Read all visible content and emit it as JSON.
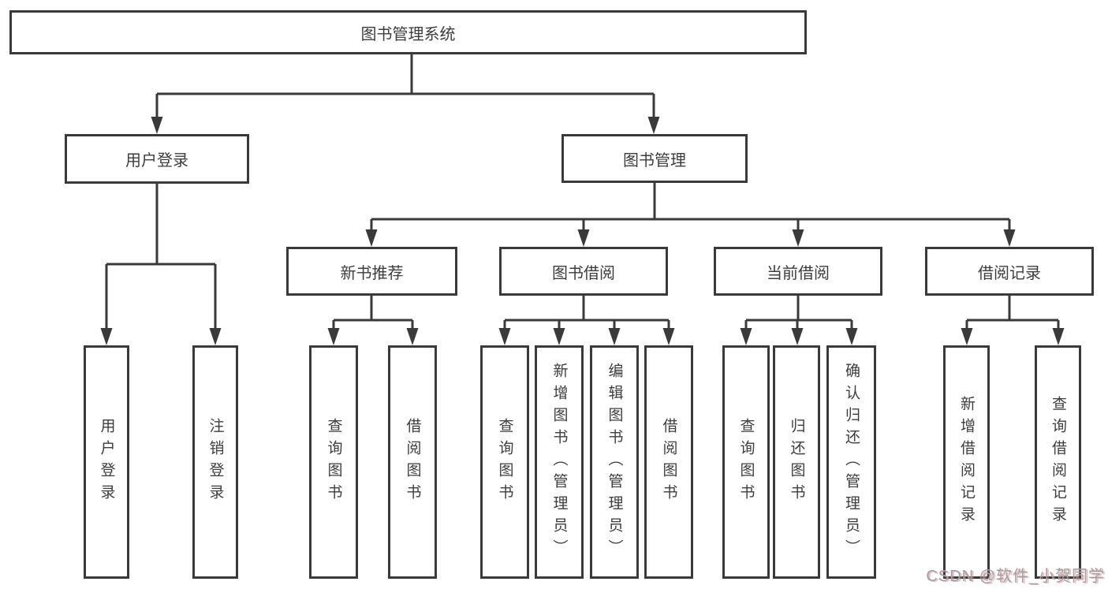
{
  "diagram": {
    "nodes": {
      "root": "图书管理系统",
      "user_login": "用户登录",
      "book_management": "图书管理",
      "new_book_recommend": "新书推荐",
      "book_borrowing": "图书借阅",
      "current_borrowing": "当前借阅",
      "borrowing_records": "借阅记录",
      "leaf_user_login": "用户登录",
      "leaf_logout": "注销登录",
      "leaf_nb_query_books": "查询图书",
      "leaf_nb_borrow_books": "借阅图书",
      "leaf_bb_query_books": "查询图书",
      "leaf_bb_add_books_admin": "新增图书（管理员）",
      "leaf_bb_edit_books_admin": "编辑图书（管理员）",
      "leaf_bb_borrow_books": "借阅图书",
      "leaf_cb_query_books": "查询图书",
      "leaf_cb_return_books": "归还图书",
      "leaf_cb_confirm_return_admin": "确认归还（管理员）",
      "leaf_br_add_record": "新增借阅记录",
      "leaf_br_query_record": "查询借阅记录"
    },
    "hierarchy": {
      "图书管理系统": [
        "用户登录",
        "图书管理"
      ],
      "用户登录": [
        "用户登录",
        "注销登录"
      ],
      "图书管理": [
        "新书推荐",
        "图书借阅",
        "当前借阅",
        "借阅记录"
      ],
      "新书推荐": [
        "查询图书",
        "借阅图书"
      ],
      "图书借阅": [
        "查询图书",
        "新增图书（管理员）",
        "编辑图书（管理员）",
        "借阅图书"
      ],
      "当前借阅": [
        "查询图书",
        "归还图书",
        "确认归还（管理员）"
      ],
      "借阅记录": [
        "新增借阅记录",
        "查询借阅记录"
      ]
    },
    "colors": {
      "line": "#3a3a3a",
      "box_border": "#3a3a3a",
      "text": "#3d3d3d",
      "background": "#ffffff"
    }
  },
  "watermark": {
    "text": "CSDN @软件_小贺同学"
  }
}
